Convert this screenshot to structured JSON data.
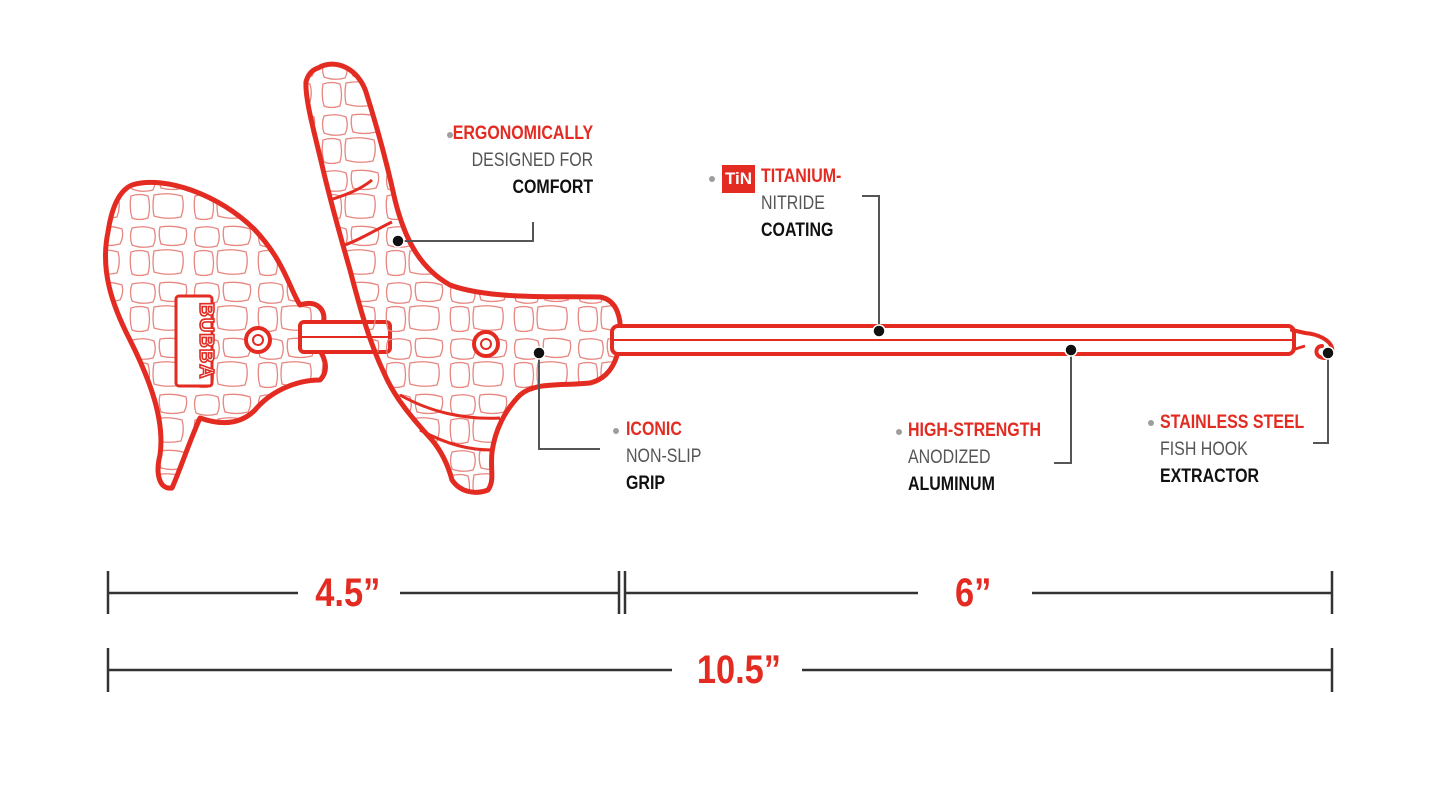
{
  "colors": {
    "accent": "#e32b22",
    "leader": "#555555",
    "text_gray": "#555555",
    "text_dark": "#111111",
    "bullet": "#9e9e9e"
  },
  "logo_text": "BUBBA",
  "callouts": {
    "ergonomic": {
      "line1": "ERGONOMICALLY",
      "line2": "DESIGNED FOR",
      "line3": "COMFORT"
    },
    "coating": {
      "badge": "TiN",
      "line1": "TITANIUM-",
      "line2": "NITRIDE",
      "line3": "COATING"
    },
    "grip": {
      "line1": "ICONIC",
      "line2": "NON-SLIP",
      "line3": "GRIP"
    },
    "shaft": {
      "line1": "HIGH-STRENGTH",
      "line2": "ANODIZED",
      "line3": "ALUMINUM"
    },
    "hook": {
      "line1": "STAINLESS STEEL",
      "line2": "FISH HOOK",
      "line3": "EXTRACTOR"
    }
  },
  "dimensions": {
    "handle": "4.5”",
    "shaft": "6”",
    "total": "10.5”"
  }
}
